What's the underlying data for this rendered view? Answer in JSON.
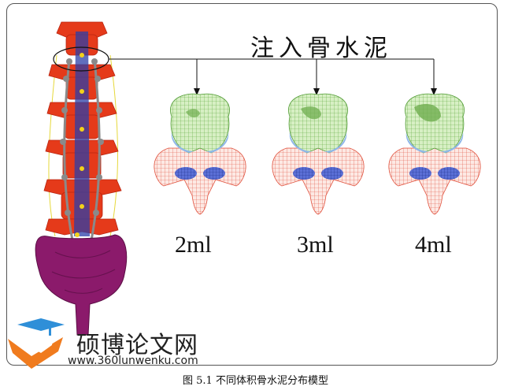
{
  "figure": {
    "heading": "注入骨水泥",
    "volumes": [
      "2ml",
      "3ml",
      "4ml"
    ],
    "caption": "图 5.1  不同体积骨水泥分布模型"
  },
  "watermark": {
    "site_name": "硕博论文网",
    "url": "www.360lunwenku.com"
  },
  "colors": {
    "spine_red": "#e53a1a",
    "pelvis_purple": "#8b1a6b",
    "mesh_red": "#e0503c",
    "mesh_green": "#7cc95a",
    "mesh_blue": "#2b3fa8",
    "watermark_orange": "#f07b1e",
    "watermark_blue": "#2f8fd8"
  }
}
